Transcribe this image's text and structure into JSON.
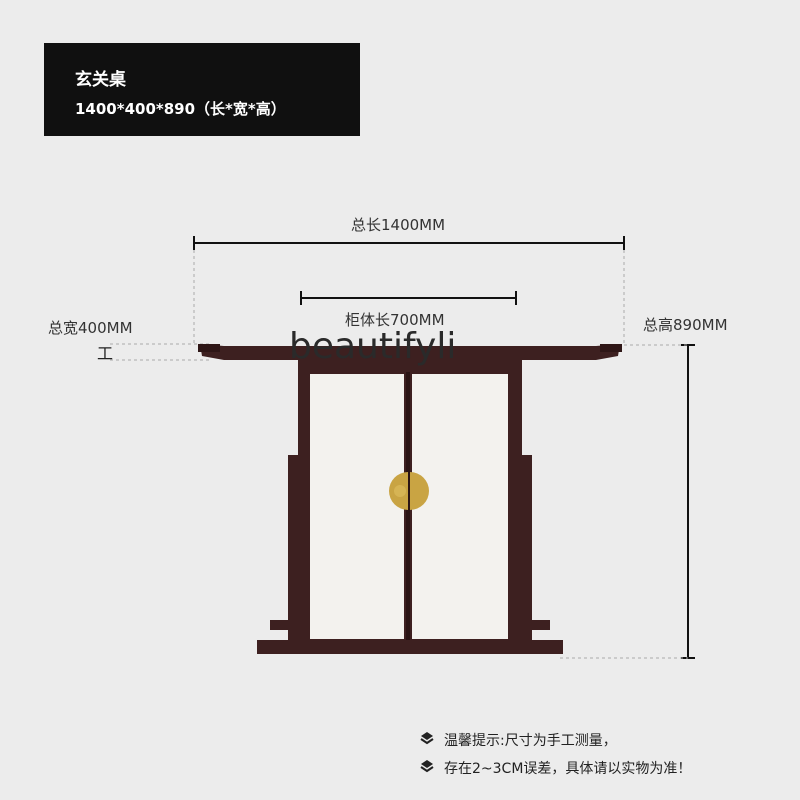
{
  "header": {
    "product_name": "玄关桌",
    "dimensions": "1400*400*890（长*宽*高）"
  },
  "dimension_labels": {
    "total_length": "总长1400MM",
    "cabinet_length": "柜体长700MM",
    "total_width": "总宽400MM",
    "total_height": "总高890MM",
    "width_glyph": "工"
  },
  "watermark": "beautifyli",
  "notes": [
    {
      "icon": "layers-icon",
      "text": "温馨提示:尺寸为手工测量，"
    },
    {
      "icon": "layers-icon",
      "text": "存在2~3CM误差，具体请以实物为准！"
    }
  ],
  "colors": {
    "background": "#ececec",
    "title_box": "#101010",
    "wood": "#3d2020",
    "door": "#f3f2ee",
    "handle": "#c9a443"
  }
}
